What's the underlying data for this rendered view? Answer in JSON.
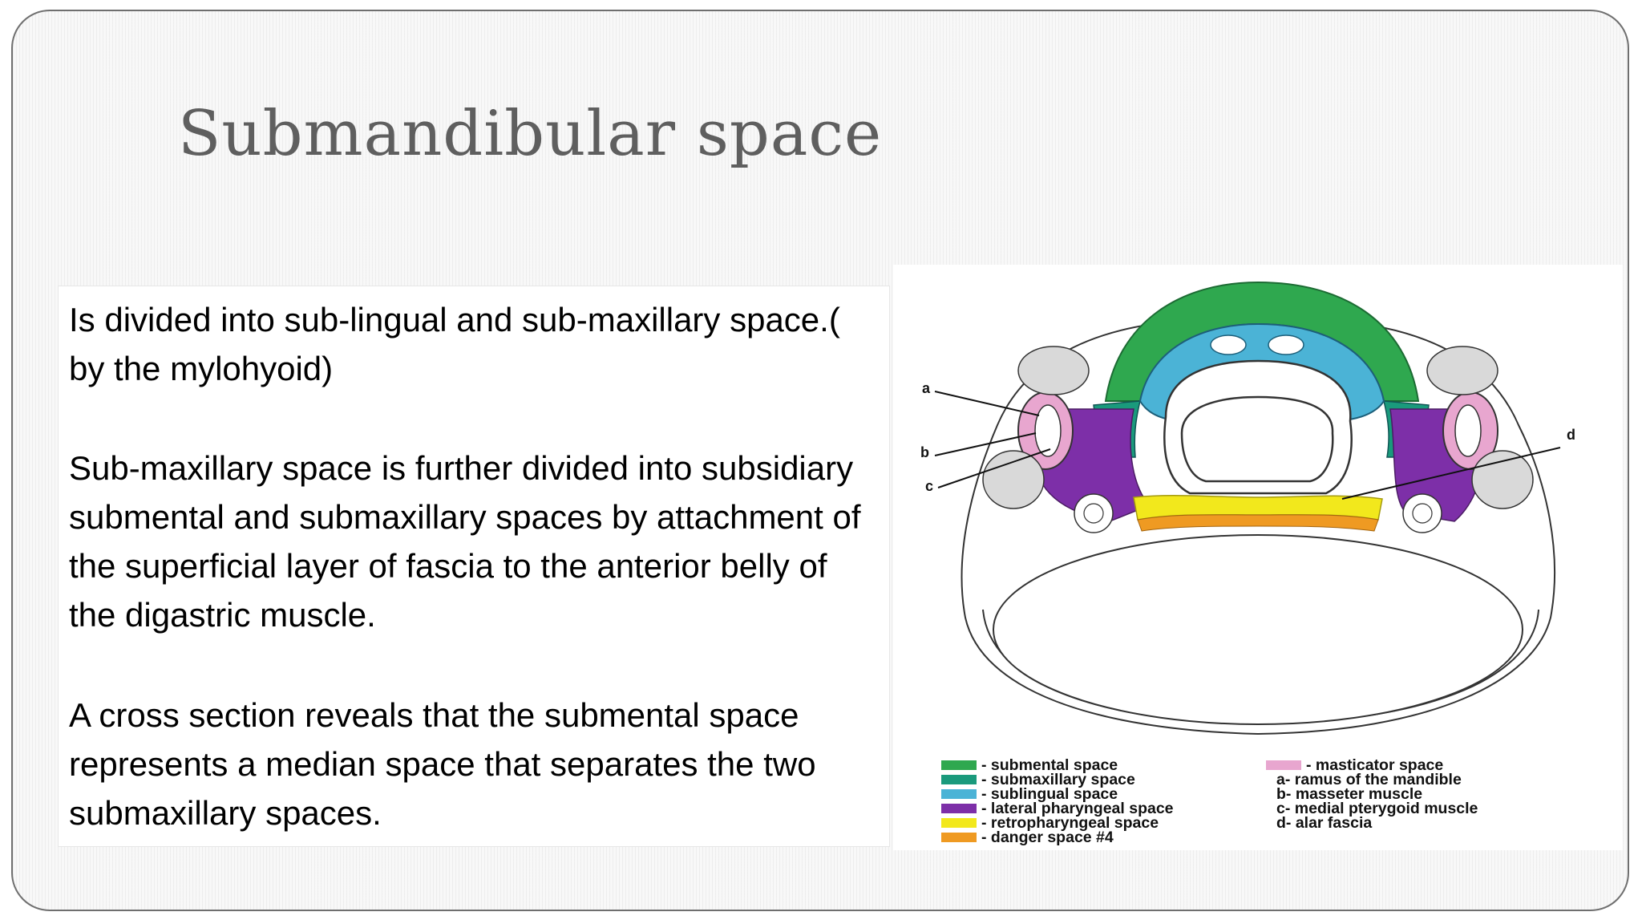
{
  "slide": {
    "title": "Submandibular space",
    "paragraphs": [
      "Is divided into sub-lingual and sub-maxillary space.( by the mylohyoid)",
      "Sub-maxillary space is further divided into subsidiary submental and submaxillary spaces by attachment of the superficial layer of fascia to the anterior belly of the digastric muscle.",
      "A cross section reveals that the submental space represents a median space that separates the two submaxillary spaces."
    ]
  },
  "figure": {
    "callouts": {
      "a": "a",
      "b": "b",
      "c": "c",
      "d": "d"
    },
    "legend_left": [
      {
        "label": "- submental space",
        "color": "#2fa84f"
      },
      {
        "label": "- submaxillary space",
        "color": "#1a9a7c"
      },
      {
        "label": "- sublingual space",
        "color": "#4bb3d6"
      },
      {
        "label": "- lateral pharyngeal space",
        "color": "#7d2fa8"
      },
      {
        "label": "- retropharyngeal space",
        "color": "#f2e81c"
      },
      {
        "label": "- danger space #4",
        "color": "#ef9a22"
      }
    ],
    "legend_right": [
      {
        "label": "- masticator space",
        "color": "#e8a6cf"
      },
      {
        "label": "a- ramus of the mandible"
      },
      {
        "label": "b- masseter muscle"
      },
      {
        "label": "c- medial pterygoid muscle"
      },
      {
        "label": "d- alar fascia"
      }
    ]
  }
}
